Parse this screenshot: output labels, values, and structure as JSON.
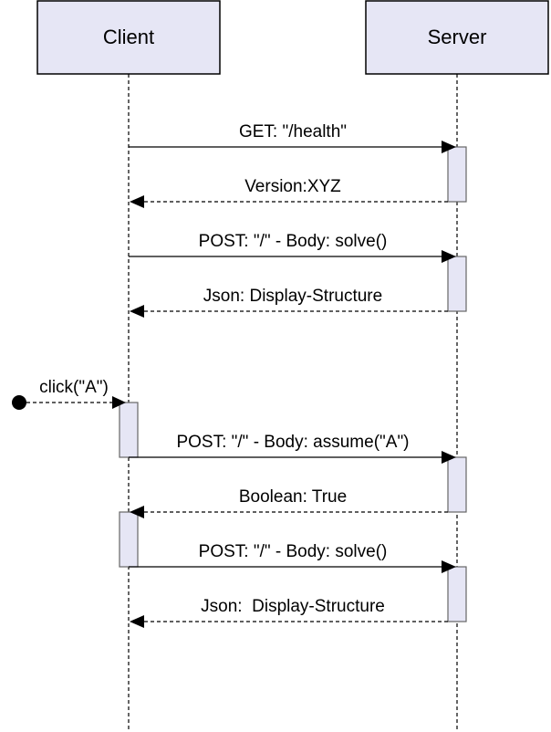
{
  "actors": {
    "client": "Client",
    "server": "Server"
  },
  "messages": [
    {
      "id": "m1",
      "label": "GET: \"/health\"",
      "from": "client",
      "to": "server",
      "style": "sync"
    },
    {
      "id": "m2",
      "label": "Version:XYZ",
      "from": "server",
      "to": "client",
      "style": "reply"
    },
    {
      "id": "m3",
      "label": "POST: \"/\" - Body: solve()",
      "from": "client",
      "to": "server",
      "style": "sync"
    },
    {
      "id": "m4",
      "label": "Json: Display-Structure",
      "from": "server",
      "to": "client",
      "style": "reply"
    },
    {
      "id": "m5",
      "label": "click(\"A\")",
      "from": "start",
      "to": "client",
      "style": "found"
    },
    {
      "id": "m6",
      "label": "POST: \"/\" - Body: assume(\"A\")",
      "from": "client",
      "to": "server",
      "style": "sync"
    },
    {
      "id": "m7",
      "label": "Boolean: True",
      "from": "server",
      "to": "client",
      "style": "reply"
    },
    {
      "id": "m8",
      "label": "POST: \"/\" - Body: solve()",
      "from": "client",
      "to": "server",
      "style": "sync"
    },
    {
      "id": "m9",
      "label": "Json:  Display-Structure",
      "from": "server",
      "to": "client",
      "style": "reply"
    }
  ],
  "colors": {
    "actor_fill": "#e6e6f5",
    "activation_fill": "#e6e6f5",
    "line": "#000000"
  }
}
